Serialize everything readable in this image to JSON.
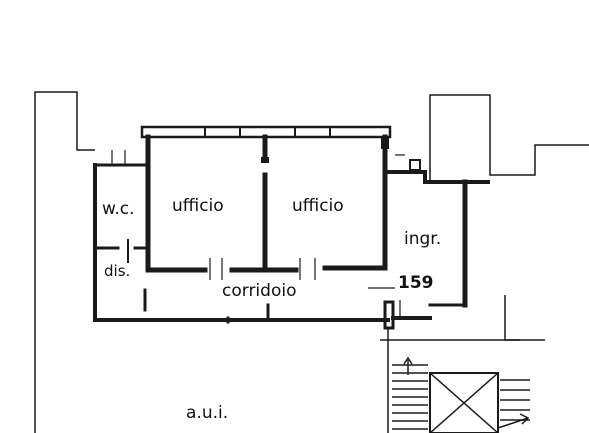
{
  "rooms": {
    "wc": "w.c.",
    "office_left": "ufficio",
    "office_right": "ufficio",
    "entrance": "ingr.",
    "closet": "dis.",
    "corridor": "corridoio",
    "common_area": "a.u.i."
  },
  "annotations": {
    "height_mark": "159"
  }
}
